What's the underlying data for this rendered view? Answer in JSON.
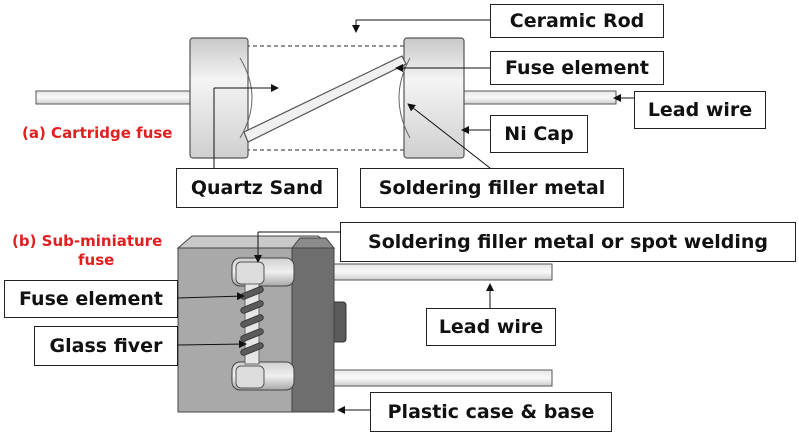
{
  "cartridge": {
    "title": "(a) Cartridge fuse",
    "labels": {
      "ceramic_rod": "Ceramic Rod",
      "fuse_element": "Fuse element",
      "lead_wire": "Lead wire",
      "ni_cap": "Ni Cap",
      "quartz_sand": "Quartz Sand",
      "soldering": "Soldering filler metal"
    }
  },
  "subminiature": {
    "title_line1": "(b) Sub-miniature",
    "title_line2": "fuse",
    "labels": {
      "soldering_spot": "Soldering filler metal or spot welding",
      "fuse_element": "Fuse element",
      "glass_fiver": "Glass fiver",
      "lead_wire": "Lead wire",
      "plastic_case": "Plastic case & base"
    }
  },
  "colors": {
    "title_red": "#e02020",
    "cap_gray": "#d6d6d6",
    "case_gray": "#a8a8a8",
    "case_dark": "#6e6e6e"
  }
}
